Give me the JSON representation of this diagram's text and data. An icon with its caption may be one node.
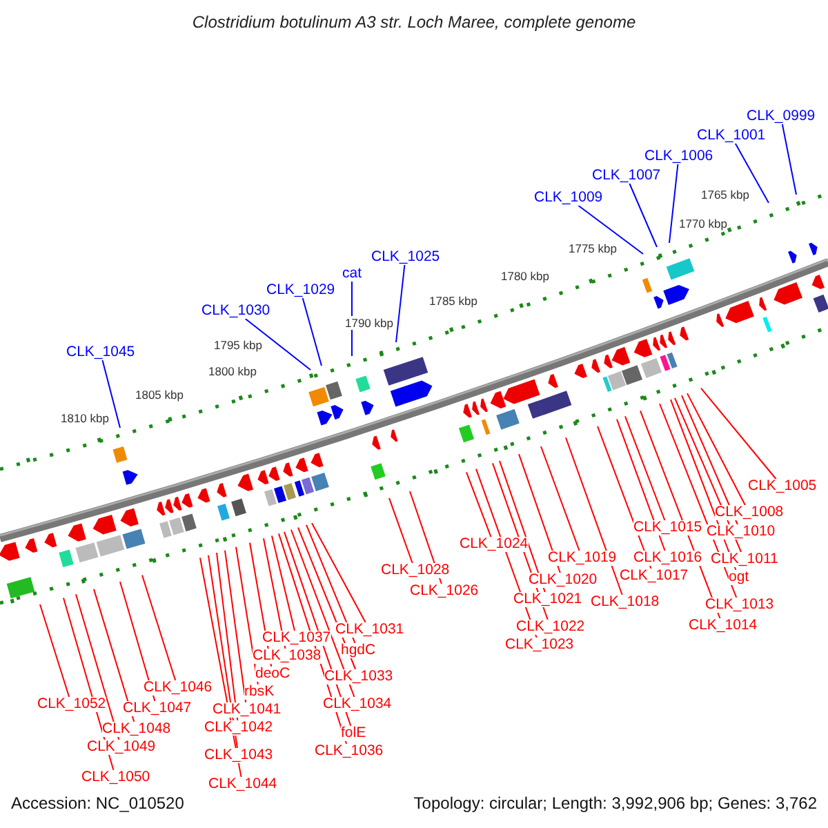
{
  "diagram": {
    "title": "Clostridium botulinum A3 str. Loch Maree, complete genome",
    "nodes": [
      {
        "text": [
          "CLK_1045"
        ]
      },
      {
        "text": [
          "CLK_1030"
        ]
      },
      {
        "text": [
          "CLK_1029"
        ]
      },
      {
        "text": [
          "cat"
        ]
      },
      {
        "text": [
          "CLK_1025"
        ]
      },
      {
        "text": [
          "CLK_1009"
        ]
      },
      {
        "text": [
          "CLK_1007"
        ]
      },
      {
        "text": [
          "CLK_1006"
        ]
      },
      {
        "text": [
          "CLK_1001"
        ]
      },
      {
        "text": [
          "CLK_0999"
        ]
      },
      {
        "text": [
          "CLK_1005"
        ]
      },
      {
        "text": [
          "CLK_1008"
        ]
      },
      {
        "text": [
          "CLK_1010"
        ]
      },
      {
        "text": [
          "CLK_1011"
        ]
      },
      {
        "text": [
          "ogt"
        ]
      },
      {
        "text": [
          "CLK_1013"
        ]
      },
      {
        "text": [
          "CLK_1014"
        ]
      },
      {
        "text": [
          "CLK_1015"
        ]
      },
      {
        "text": [
          "CLK_1016"
        ]
      },
      {
        "text": [
          "CLK_1017"
        ]
      },
      {
        "text": [
          "CLK_1018"
        ]
      },
      {
        "text": [
          "CLK_1019"
        ]
      },
      {
        "text": [
          "CLK_1020"
        ]
      },
      {
        "text": [
          "CLK_1021"
        ]
      },
      {
        "text": [
          "CLK_1022"
        ]
      },
      {
        "text": [
          "CLK_1023"
        ]
      },
      {
        "text": [
          "CLK_1024"
        ]
      },
      {
        "text": [
          "CLK_1026"
        ]
      },
      {
        "text": [
          "CLK_1028"
        ]
      },
      {
        "text": [
          "CLK_1031"
        ]
      },
      {
        "text": [
          "hgdC"
        ]
      },
      {
        "text": [
          "CLK_1033"
        ]
      },
      {
        "text": [
          "CLK_1034"
        ]
      },
      {
        "text": [
          "folE"
        ]
      },
      {
        "text": [
          "CLK_1036"
        ]
      },
      {
        "text": [
          "CLK_1037"
        ]
      },
      {
        "text": [
          "CLK_1038"
        ]
      },
      {
        "text": [
          "deoC"
        ]
      },
      {
        "text": [
          "rbsK"
        ]
      },
      {
        "text": [
          "CLK_1041"
        ]
      },
      {
        "text": [
          "CLK_1042"
        ]
      },
      {
        "text": [
          "CLK_1043"
        ]
      },
      {
        "text": [
          "CLK_1044"
        ]
      },
      {
        "text": [
          "CLK_1046"
        ]
      },
      {
        "text": [
          "CLK_1047"
        ]
      },
      {
        "text": [
          "CLK_1048"
        ]
      },
      {
        "text": [
          "CLK_1049"
        ]
      },
      {
        "text": [
          "CLK_1050"
        ]
      },
      {
        "text": [
          "CLK_1052"
        ]
      }
    ],
    "edges": [
      {
        "from": 0,
        "to": null,
        "arrow": "none",
        "color": "#0000ff"
      },
      {
        "from": 1,
        "to": null,
        "arrow": "none",
        "color": "#0000ff"
      },
      {
        "from": 2,
        "to": null,
        "arrow": "none",
        "color": "#0000ff"
      },
      {
        "from": 3,
        "to": null,
        "arrow": "none",
        "color": "#0000ff"
      },
      {
        "from": 4,
        "to": null,
        "arrow": "none",
        "color": "#0000ff"
      },
      {
        "from": 5,
        "to": null,
        "arrow": "none",
        "color": "#0000ff"
      },
      {
        "from": 6,
        "to": null,
        "arrow": "none",
        "color": "#0000ff"
      },
      {
        "from": 7,
        "to": null,
        "arrow": "none",
        "color": "#0000ff"
      },
      {
        "from": 8,
        "to": null,
        "arrow": "none",
        "color": "#0000ff"
      },
      {
        "from": 9,
        "to": null,
        "arrow": "none",
        "color": "#0000ff"
      },
      {
        "from": 10,
        "to": null,
        "arrow": "none"
      },
      {
        "from": 11,
        "to": null,
        "arrow": "none"
      },
      {
        "from": 12,
        "to": null,
        "arrow": "none"
      },
      {
        "from": 13,
        "to": null,
        "arrow": "none"
      },
      {
        "from": 14,
        "to": null,
        "arrow": "none"
      },
      {
        "from": 15,
        "to": null,
        "arrow": "none"
      },
      {
        "from": 16,
        "to": null,
        "arrow": "none"
      },
      {
        "from": 17,
        "to": null,
        "arrow": "none"
      },
      {
        "from": 18,
        "to": null,
        "arrow": "none"
      },
      {
        "from": 19,
        "to": null,
        "arrow": "none"
      },
      {
        "from": 20,
        "to": null,
        "arrow": "none"
      },
      {
        "from": 21,
        "to": null,
        "arrow": "none"
      },
      {
        "from": 22,
        "to": null,
        "arrow": "none"
      },
      {
        "from": 23,
        "to": null,
        "arrow": "none"
      },
      {
        "from": 24,
        "to": null,
        "arrow": "none"
      },
      {
        "from": 25,
        "to": null,
        "arrow": "none"
      },
      {
        "from": 26,
        "to": null,
        "arrow": "none"
      },
      {
        "from": 27,
        "to": null,
        "arrow": "none"
      },
      {
        "from": 28,
        "to": null,
        "arrow": "none"
      },
      {
        "from": 29,
        "to": null,
        "arrow": "none"
      },
      {
        "from": 30,
        "to": null,
        "arrow": "none"
      },
      {
        "from": 31,
        "to": null,
        "arrow": "none"
      },
      {
        "from": 32,
        "to": null,
        "arrow": "none"
      },
      {
        "from": 33,
        "to": null,
        "arrow": "none"
      },
      {
        "from": 34,
        "to": null,
        "arrow": "none"
      },
      {
        "from": 35,
        "to": null,
        "arrow": "none"
      },
      {
        "from": 36,
        "to": null,
        "arrow": "none"
      },
      {
        "from": 37,
        "to": null,
        "arrow": "none"
      },
      {
        "from": 38,
        "to": null,
        "arrow": "none"
      },
      {
        "from": 39,
        "to": null,
        "arrow": "none"
      },
      {
        "from": 40,
        "to": null,
        "arrow": "none"
      },
      {
        "from": 41,
        "to": null,
        "arrow": "none"
      },
      {
        "from": 42,
        "to": null,
        "arrow": "none"
      },
      {
        "from": 43,
        "to": null,
        "arrow": "none"
      },
      {
        "from": 44,
        "to": null,
        "arrow": "none"
      },
      {
        "from": 45,
        "to": null,
        "arrow": "none"
      },
      {
        "from": 46,
        "to": null,
        "arrow": "none"
      },
      {
        "from": 47,
        "to": null,
        "arrow": "none"
      },
      {
        "from": 48,
        "to": null,
        "arrow": "none"
      }
    ],
    "labels": [
      "1765 kbp",
      "1770 kbp",
      "1775 kbp",
      "1780 kbp",
      "1785 kbp",
      "1790 kbp",
      "1795 kbp",
      "1800 kbp",
      "1805 kbp",
      "1810 kbp",
      "Accession: NC_010520",
      "Topology: circular; Length: 3,992,906 bp; Genes: 3,762"
    ]
  }
}
